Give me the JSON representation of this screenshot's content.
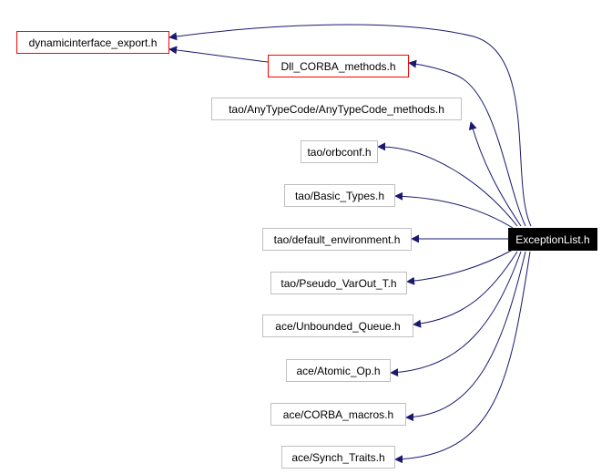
{
  "root": {
    "label": "ExceptionList.h"
  },
  "nodes": {
    "dynamicinterface_export": {
      "label": "dynamicinterface_export.h"
    },
    "dll_corba_methods": {
      "label": "Dll_CORBA_methods.h"
    },
    "anytypecode_methods": {
      "label": "tao/AnyTypeCode/AnyTypeCode_methods.h"
    },
    "orbconf": {
      "label": "tao/orbconf.h"
    },
    "basic_types": {
      "label": "tao/Basic_Types.h"
    },
    "default_environment": {
      "label": "tao/default_environment.h"
    },
    "pseudo_varout": {
      "label": "tao/Pseudo_VarOut_T.h"
    },
    "unbounded_queue": {
      "label": "ace/Unbounded_Queue.h"
    },
    "atomic_op": {
      "label": "ace/Atomic_Op.h"
    },
    "corba_macros": {
      "label": "ace/CORBA_macros.h"
    },
    "synch_traits": {
      "label": "ace/Synch_Traits.h"
    }
  },
  "edges": [
    {
      "from": "ExceptionList.h",
      "to": "dynamicinterface_export.h"
    },
    {
      "from": "ExceptionList.h",
      "to": "Dll_CORBA_methods.h"
    },
    {
      "from": "Dll_CORBA_methods.h",
      "to": "dynamicinterface_export.h"
    },
    {
      "from": "ExceptionList.h",
      "to": "tao/AnyTypeCode/AnyTypeCode_methods.h"
    },
    {
      "from": "ExceptionList.h",
      "to": "tao/orbconf.h"
    },
    {
      "from": "ExceptionList.h",
      "to": "tao/Basic_Types.h"
    },
    {
      "from": "ExceptionList.h",
      "to": "tao/default_environment.h"
    },
    {
      "from": "ExceptionList.h",
      "to": "tao/Pseudo_VarOut_T.h"
    },
    {
      "from": "ExceptionList.h",
      "to": "ace/Unbounded_Queue.h"
    },
    {
      "from": "ExceptionList.h",
      "to": "ace/Atomic_Op.h"
    },
    {
      "from": "ExceptionList.h",
      "to": "ace/CORBA_macros.h"
    },
    {
      "from": "ExceptionList.h",
      "to": "ace/Synch_Traits.h"
    }
  ],
  "colors": {
    "edge": "#191970",
    "node_border": "#bfbfbf",
    "highlight_border": "#ff0000",
    "root_fill": "#000000",
    "root_text": "#ffffff"
  }
}
